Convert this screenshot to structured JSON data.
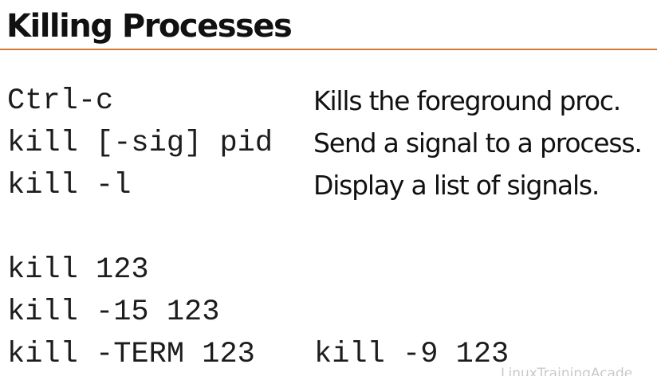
{
  "slide": {
    "title": "Killing Processes",
    "commands": [
      {
        "command": "Ctrl-c",
        "description": "Kills the foreground proc."
      },
      {
        "command": "kill [-sig] pid",
        "description": "Send a signal to a process."
      },
      {
        "command": "kill -l",
        "description": "Display a list of signals."
      }
    ],
    "examples": [
      "kill 123",
      "kill -15 123",
      "kill -TERM 123",
      "kill -9 123"
    ],
    "watermark": "LinuxTrainingAcade",
    "accent_color": "#d07a36"
  }
}
